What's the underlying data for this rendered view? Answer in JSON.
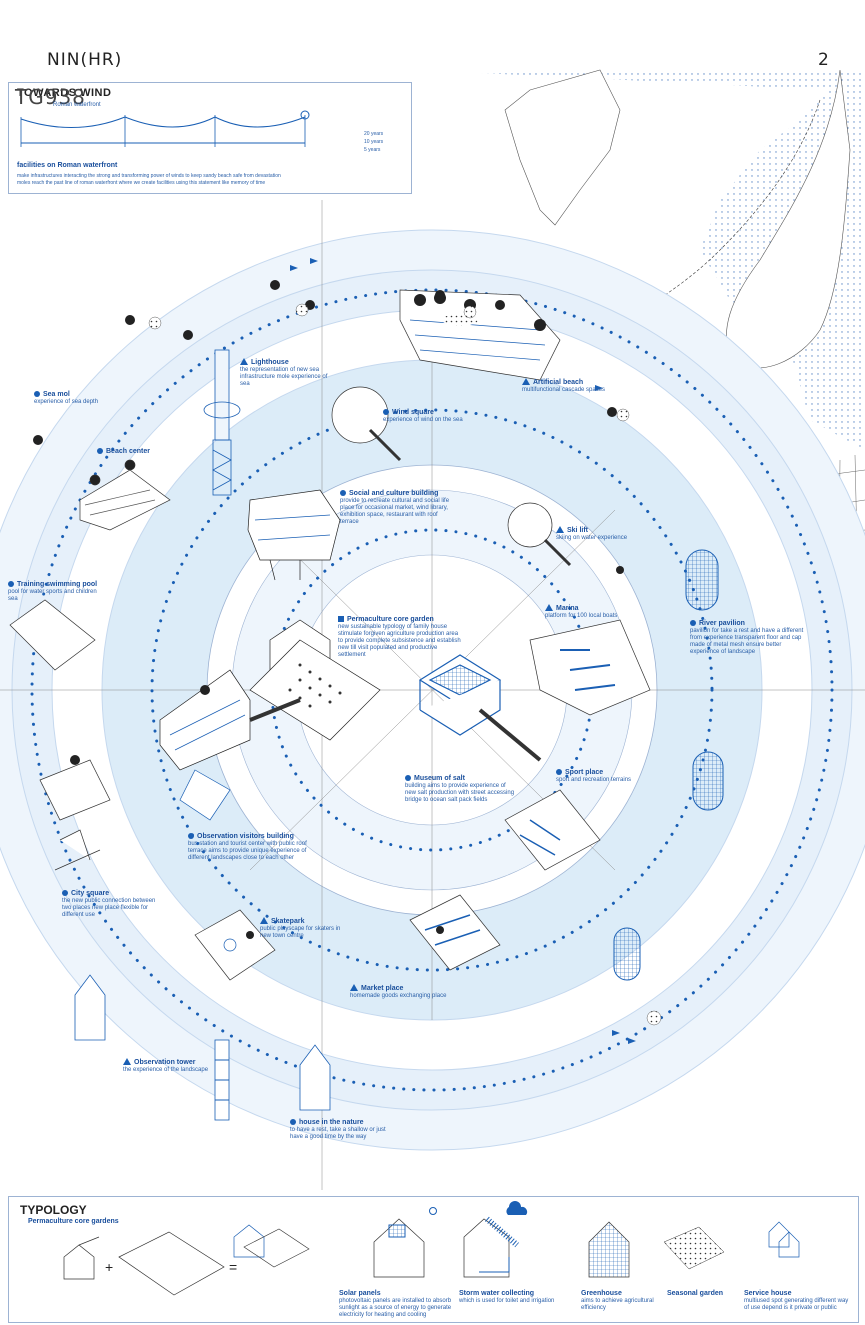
{
  "header": {
    "title": "NIN(HR)",
    "page": "2",
    "code": "TG938"
  },
  "wind_panel": {
    "title": "TOWARDS WIND",
    "subtitle": "Roman waterfront",
    "years": [
      "20 years",
      "10 years",
      "5 years"
    ],
    "heading": "facilities on Roman waterfront",
    "text1": "make infrastructures interacting the strong and transforming power of winds to keep sandy beach safe from devastation",
    "text2": "moles reach the past line of roman waterfront where we create facilities using this statement like memory of time"
  },
  "labels": {
    "lighthouse": {
      "title": "Lighthouse",
      "text": "the representation of new sea infrastructure mole experience of sea"
    },
    "seamol": {
      "title": "Sea mol",
      "text": "experience of sea depth"
    },
    "artificial_beach": {
      "title": "Artificial beach",
      "text": "multifunctional cascade spaces"
    },
    "wind_square": {
      "title": "Wind square",
      "text": "experience of wind on the sea"
    },
    "beach_center": {
      "title": "Beach center",
      "text": ""
    },
    "social": {
      "title": "Social and culture building",
      "text": "provide to recreate cultural and social life place for occasional market, wind library, exhibition space, restaurant with roof terrace"
    },
    "ski_lift": {
      "title": "Ski lift",
      "text": "skiing on water experience"
    },
    "training_pool": {
      "title": "Training swimming pool",
      "text": "pool for water sports and children sea"
    },
    "permaculture": {
      "title": "Permaculture core garden",
      "text": "new sustainable typology of family house stimulate forgiven agriculture production area to provide complete subsistence and establish new till visit populated and productive settlement"
    },
    "marina": {
      "title": "Marina",
      "text": "platform for 100 local boats"
    },
    "river_pavilion": {
      "title": "River pavilion",
      "text": "pavilion for take a rest and have a different from experience transparent floor and cap made of metal mesh ensure better experience of landscape"
    },
    "museum_salt": {
      "title": "Museum of salt",
      "text": "building aims to provide experience of new salt production with street accessing bridge to ocean salt pack fields"
    },
    "sport_place": {
      "title": "Sport place",
      "text": "sport and recreation terrains"
    },
    "observation_visitors": {
      "title": "Observation visitors building",
      "text": "bus station and tourist center with public roof terrace aims to provide unique experience of different landscapes close to each other"
    },
    "city_square": {
      "title": "City square",
      "text": "the new public connection between two places new place flexible for different use"
    },
    "skatepark": {
      "title": "Skatepark",
      "text": "public playscape for skaters in new town centre"
    },
    "market_place": {
      "title": "Market place",
      "text": "homemade goods exchanging place"
    },
    "observation_tower": {
      "title": "Observation tower",
      "text": "the experience of the landscape"
    },
    "house_nature": {
      "title": "house in the nature",
      "text": "to have a rest, take a shallow or just have a good time by the way"
    }
  },
  "typology": {
    "title": "TYPOLOGY",
    "subtitle": "Permaculture core gardens",
    "plus": "+",
    "equals": "=",
    "items": [
      {
        "title": "Solar panels",
        "text": "photovoltaic panels are installed to absorb sunlight as a source of energy to generate electricity for heating and cooling"
      },
      {
        "title": "Storm water collecting",
        "text": "which is used for toilet and irrigation"
      },
      {
        "title": "Greenhouse",
        "text": "aims to achieve agricultural efficiency"
      },
      {
        "title": "Seasonal garden",
        "text": ""
      },
      {
        "title": "Service house",
        "text": "multiused spot generating different way of use depend is it private or public"
      }
    ]
  },
  "colors": {
    "accent": "#1a5fb4",
    "water": "#dcecf8",
    "light": "#eef5fc",
    "line": "#9db3d3"
  }
}
